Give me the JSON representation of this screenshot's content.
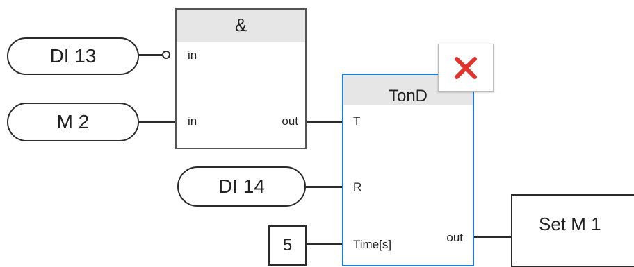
{
  "inputs": {
    "di13": "DI 13",
    "m2": "M 2",
    "di14": "DI 14"
  },
  "and_block": {
    "title": "&",
    "in1": "in",
    "in2": "in",
    "out": "out"
  },
  "tond_block": {
    "title": "TonD",
    "t": "T",
    "r": "R",
    "time": "Time[s]",
    "out": "out"
  },
  "constant": "5",
  "output_block": "Set M 1",
  "icons": {
    "delete": "close-icon",
    "negation": "negation-circle"
  },
  "colors": {
    "selected_border": "#1c7fd6",
    "delete_icon": "#e0332b",
    "header_fill": "#e6e6e6"
  }
}
